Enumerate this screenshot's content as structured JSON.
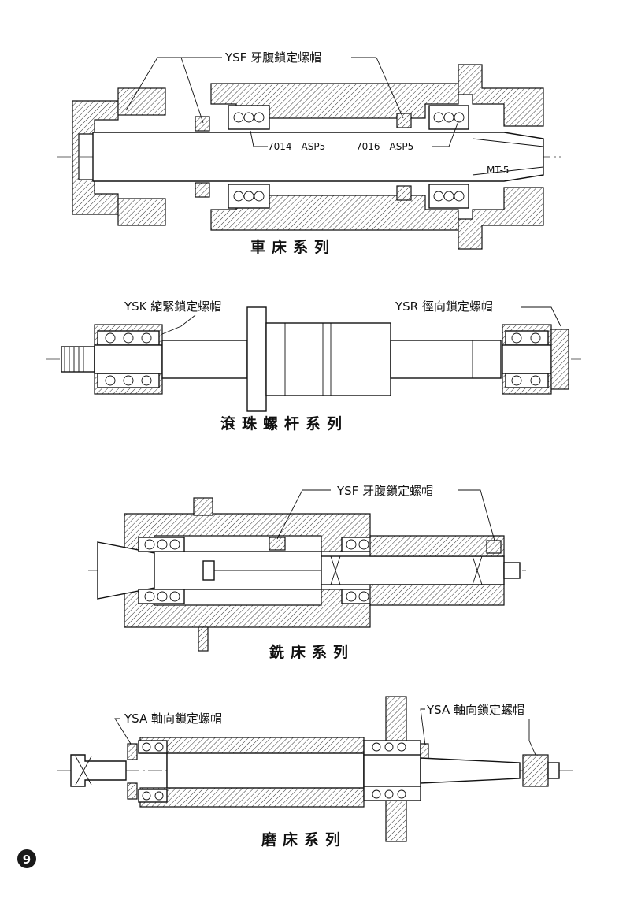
{
  "page_number": "9",
  "lathe": {
    "caption": "車床系列",
    "label_ysf": "YSF 牙腹鎖定螺帽",
    "bearing_1": "7014　ASP5",
    "bearing_2": "7016　ASP5",
    "taper": "MT-5"
  },
  "ballscrew": {
    "caption": "滾珠螺杆系列",
    "label_ysk": "YSK 縮緊鎖定螺帽",
    "label_ysr": "YSR 徑向鎖定螺帽"
  },
  "milling": {
    "caption": "銑床系列",
    "label_ysf": "YSF 牙腹鎖定螺帽"
  },
  "grinding": {
    "caption": "磨床系列",
    "label_ysa_left": "YSA 軸向鎖定螺帽",
    "label_ysa_right": "YSA 軸向鎖定螺帽"
  },
  "colors": {
    "ink": "#111111",
    "hatch": "#333333",
    "badge": "#1a1a1a"
  }
}
